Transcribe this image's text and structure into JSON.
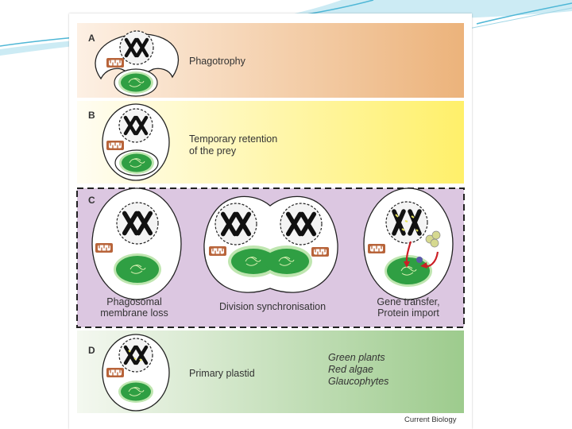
{
  "panels": {
    "a": {
      "letter": "A",
      "caption": "Phagotrophy",
      "bg_from": "#fdf0e4",
      "bg_to": "#ecb37b"
    },
    "b": {
      "letter": "B",
      "caption_line1": "Temporary retention",
      "caption_line2": "of the prey",
      "bg_from": "#fffdf2",
      "bg_to": "#fff06a"
    },
    "c": {
      "letter": "C",
      "bg": "#dcc7e1",
      "label_1_line1": "Phagosomal",
      "label_1_line2": "membrane loss",
      "label_2": "Division synchronisation",
      "label_3_line1": "Gene transfer,",
      "label_3_line2": "Protein import"
    },
    "d": {
      "letter": "D",
      "caption": "Primary plastid",
      "lineage_1": "Green plants",
      "lineage_2": "Red algae",
      "lineage_3": "Glaucophytes",
      "bg_from": "#f4f8f0",
      "bg_to": "#9dcb8d"
    }
  },
  "credit": "Current Biology",
  "colors": {
    "plastid": "#2f9f43",
    "mitochondrion": "#b8643a",
    "arrow": "#cc1f25",
    "slide_accent": "#4fb7d6"
  }
}
